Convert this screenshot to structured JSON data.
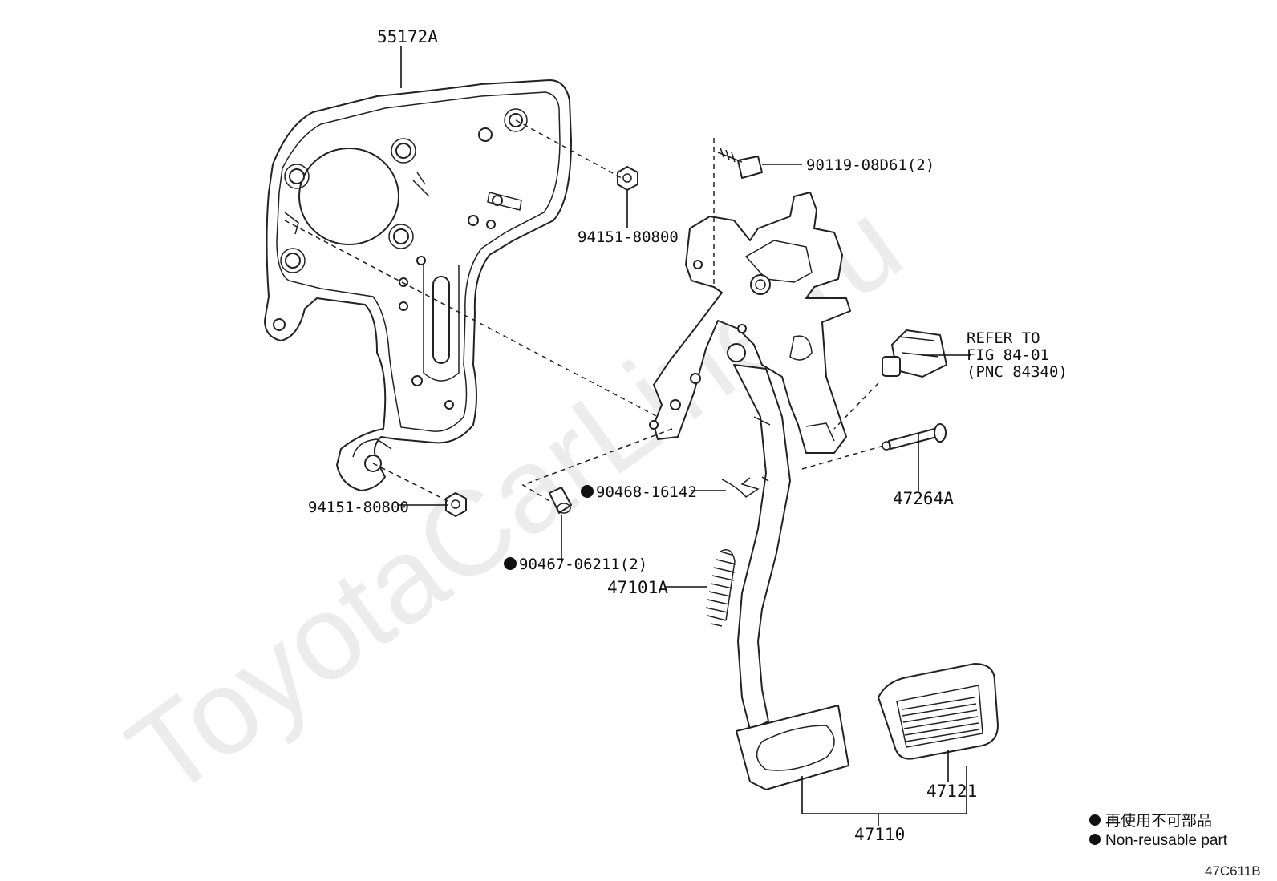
{
  "watermark": "ToyotaCarLine.ru",
  "parts": {
    "bracket": "55172A",
    "nut_upper": "94151-80800",
    "nut_lower": "94151-80800",
    "bolt": "90119-08D61(2)",
    "clip": "90468-16142",
    "bushing": "90467-06211(2)",
    "spring": "47101A",
    "pin": "47264A",
    "pad": "47121",
    "pedal": "47110"
  },
  "refer": {
    "line1": "REFER TO",
    "line2": "FIG 84-01",
    "line3": "(PNC 84340)"
  },
  "legend": {
    "jp": "再使用不可部品",
    "en": "Non-reusable part"
  },
  "figure_code": "47C611B"
}
